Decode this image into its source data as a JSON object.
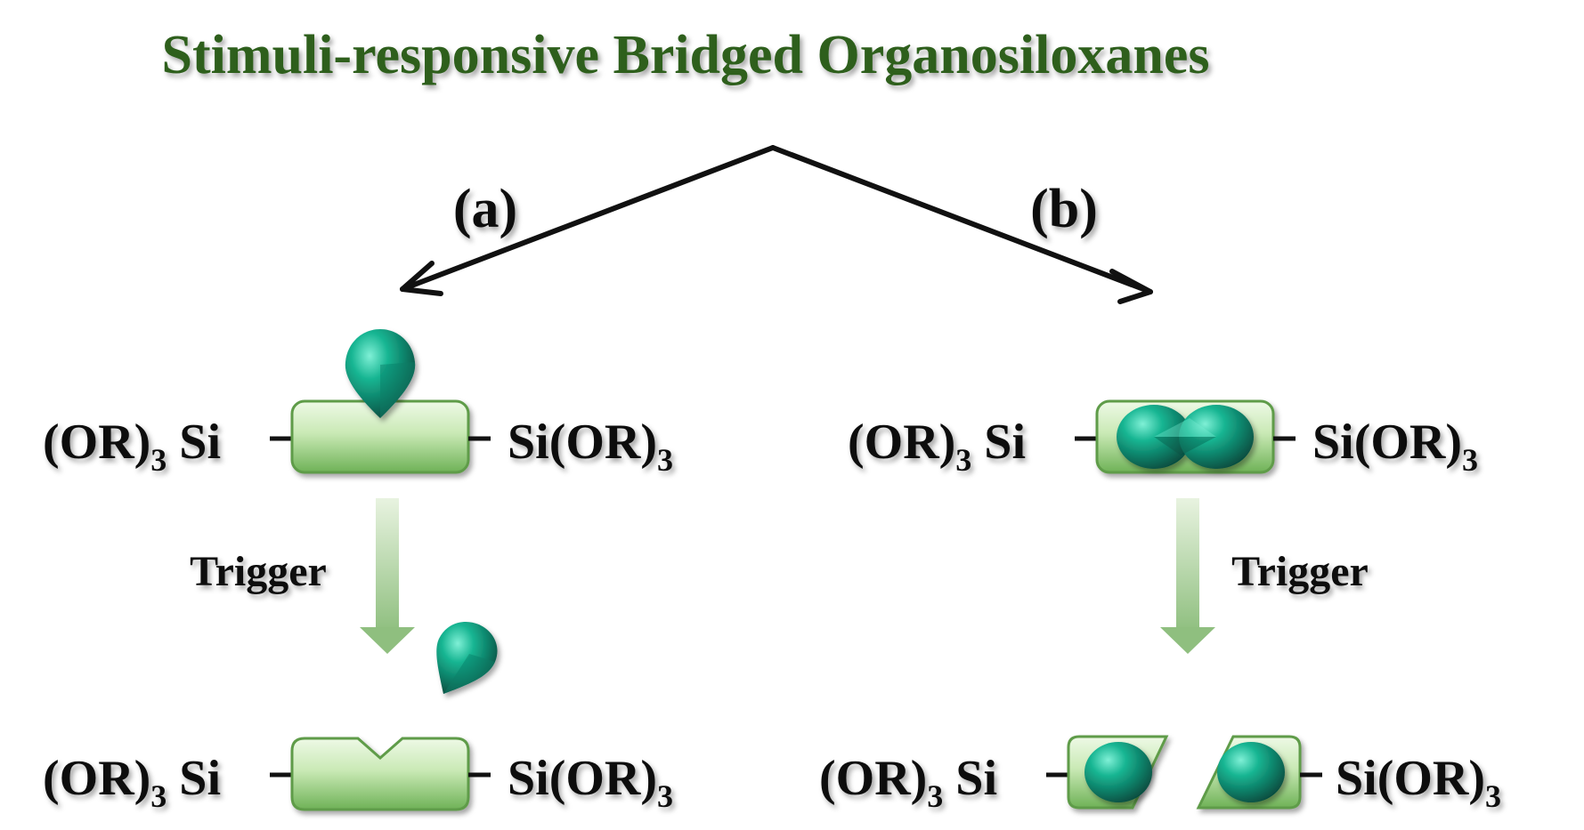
{
  "title": "Stimuli-responsive Bridged Organosiloxanes",
  "branches": {
    "a": {
      "label": "(a)"
    },
    "b": {
      "label": "(b)"
    }
  },
  "chemistry": {
    "left_group_main": "(OR)",
    "left_group_sub": "3",
    "left_group_tail": " Si",
    "right_group_main": "Si(OR)",
    "right_group_sub": "3"
  },
  "trigger_label": "Trigger",
  "colors": {
    "title_green": "#2d5e1e",
    "block_light": "#dff3cf",
    "block_dark": "#7fbf68",
    "sphere_teal": "#11a98a",
    "arrow_black": "#111111"
  }
}
